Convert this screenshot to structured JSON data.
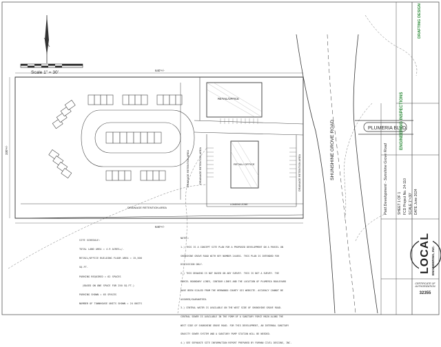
{
  "scale_label": "Scale 1\" = 30'",
  "road_name": "SHUNSHINE GROVE ROAD",
  "street_label": "PLUMERIA BLVD.",
  "building_1_label": "RETAIL/OFFICE",
  "building_2_label": "RETAIL/ OFFICE",
  "loading_zone_label": "LOADING ZONE",
  "drainage_label_bottom": "DRAINAGE RETENTION AREA",
  "drainage_label_center": "DRAINAGE RETENTION AREA",
  "drainage_label_left": "DRAINAGE RETENTION AREA",
  "drainage_label_right": "DRAINAGE RETENTION AREA",
  "dimension_top": "640'+/-",
  "dimension_bottom": "640'+/-",
  "dimension_left": "330'+/-",
  "site_schedule": [
    "SITE SCHEDULE:",
    "TOTAL LAND AREA = 4.9 ACRES+/-",
    "RETAIL/OFFICE BUILDING FLOOR AREA = 15,500",
    "SQ.FT.",
    "PARKING REQUIRED = 62 SPACES",
    "  (BASED ON ONE SPACE FOR 250 SQ.FT.)",
    "PARKING SHOWN = 65 SPACES",
    "NUMBER OF TOWNHOUSE UNITS SHOWN = 24 UNITS"
  ],
  "notes": [
    "NOTES:",
    "1.) THIS IS A CONCEPT SITE PLAN FOR A PROPOSED DEVELOPMENT ON A PARCEL ON",
    "SHUNSHINE GROVE ROAD WITH KEY NUMBER 244851. THIS PLAN IS INTENDED FOR",
    "DISCUSSION ONLY.",
    "2.) THIS DRAWING IS NOT BASED ON ANY SURVEY. THIS IS NOT A SURVEY. THE",
    "PARCEL BOUNDARY LINES, CONTOUR LINES AND THE LOCATION OF PLUMERIA BOULEVARD",
    "HAVE BEEN SCALED FROM THE HERNANDO COUNTY GIS WEBSITE. ACCURACY CANNOT BE",
    "ASSURED/GUARANTEED.",
    "3.) CENTRAL WATER IS AVAILABLE ON THE WEST SIDE OF SHUNSHINE GROVE ROAD.",
    "CENTRAL SEWER IS AVAILABLE IN THE FORM OF A SANITARY FORCE MAIN ALONG THE",
    "WEST SIDE OF SHUNSHINE GROVE ROAD. FOR THIS DEVELOPMENT, AN INTERNAL SANITARY",
    "GRAVITY SEWER SYSTEM AND A SANITARY PUMP STATION WILL BE NEEDED.",
    "4.) SEE SEPARATE SITE INFORMATION REPORT PREPARED BY FURMAN CIVIL DESIGNS, INC."
  ],
  "title_block": {
    "revision_header": "DRAFTING DESIGN",
    "firm_name": "ENGINEERING INSPECTIONS",
    "project_title": "Paid Development - Sunshine Grove Road",
    "sheet": "SHEET 1 OF 1",
    "project_no": "FCD Project No. 24-110",
    "scale": "SCALE 1\"=30'",
    "date": "DATE June 2024",
    "logo_word": "LOCAL",
    "logo_sub": "ENGINEERING, INC.",
    "certificate_label": "CERTIFICATE OF AUTHORIZATION",
    "certificate_no": "32355"
  },
  "colors": {
    "linework": "#333333",
    "title_green": "#2e8b3a",
    "logo_dark": "#1f1f1f"
  }
}
